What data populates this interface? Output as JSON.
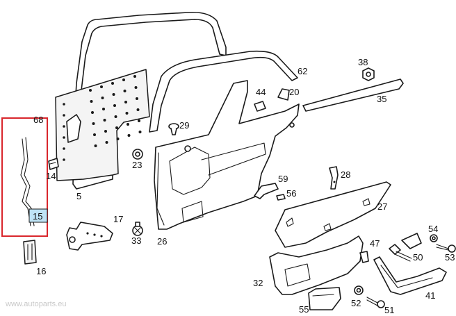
{
  "diagram": {
    "labels": {
      "p5": "5",
      "p14": "14",
      "p15": "15",
      "p16": "16",
      "p17": "17",
      "p20": "20",
      "p23": "23",
      "p26": "26",
      "p27": "27",
      "p28": "28",
      "p29": "29",
      "p32": "32",
      "p33": "33",
      "p35": "35",
      "p38": "38",
      "p41": "41",
      "p44": "44",
      "p47": "47",
      "p50": "50",
      "p51": "51",
      "p52": "52",
      "p53": "53",
      "p54": "54",
      "p55": "55",
      "p56": "56",
      "p59": "59",
      "p62": "62",
      "p68": "68"
    },
    "highlighted_part": "15",
    "colors": {
      "highlight_frame": "#d9262c",
      "highlight_label_fill": "#bfe4f5",
      "line_art": "#1a1a1a"
    },
    "watermark": "www.autoparts.eu"
  }
}
